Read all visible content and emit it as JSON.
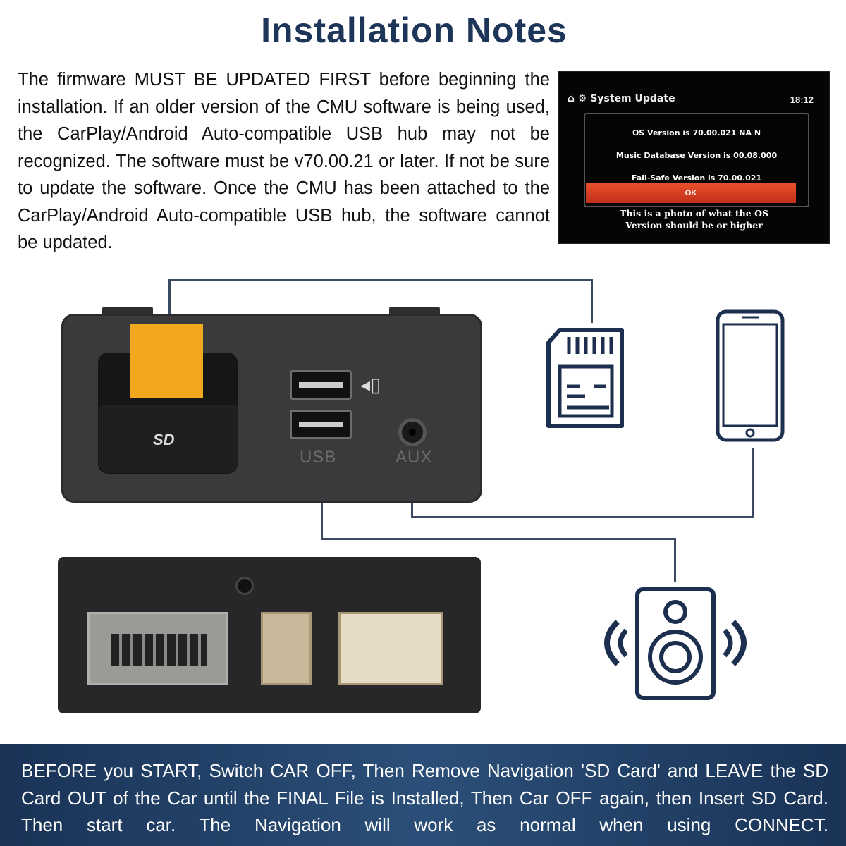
{
  "title": "Installation Notes",
  "intro": "The firmware MUST BE UPDATED FIRST before beginning the installation. If an older version of the CMU software is being used, the CarPlay/Android Auto-compatible USB hub may not be recognized. The software must be v70.00.21 or later. If not be sure to update the software. Once the CMU has been attached to the CarPlay/Android Auto-compatible USB hub, the software cannot be updated.",
  "screen": {
    "header": "System Update",
    "time": "18:12",
    "os_version": "OS Version is 70.00.021 NA N",
    "music_db": "Music Database Version is 00.08.000",
    "failsafe": "Fail-Safe Version is 70.00.021",
    "ok_label": "OK",
    "caption_line1": "This is a photo of what the OS",
    "caption_line2": "Version should be or higher"
  },
  "hub": {
    "sd_label": "SD",
    "usb_label": "USB",
    "aux_label": "AUX"
  },
  "icons": [
    "sd-card-icon",
    "smartphone-icon",
    "speaker-icon"
  ],
  "colors": {
    "title": "#1c3558",
    "banner": "#1f3d64",
    "sd_card": "#f2a81e",
    "ok_button": "#d83e22"
  },
  "banner": "BEFORE you START, Switch CAR OFF, Then Remove Navigation 'SD Card' and LEAVE the SD Card OUT of the Car until the FINAL File is Installed, Then Car OFF again, then Insert SD Card. Then start car. The Navigation will work as normal when using CONNECT."
}
